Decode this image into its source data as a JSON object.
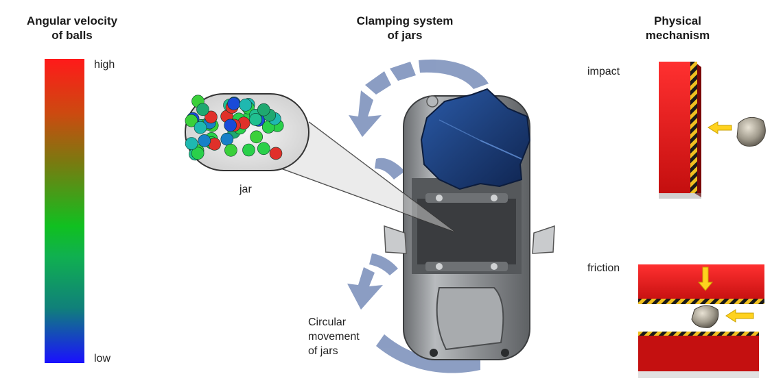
{
  "titles": {
    "colorbar": "Angular velocity\nof balls",
    "clamping": "Clamping system\nof jars",
    "mechanism": "Physical\nmechanism"
  },
  "colorbar": {
    "high": "high",
    "low": "low",
    "top_color": "#ff1a1a",
    "mid_color": "#10c020",
    "bottom_color": "#1a10ff"
  },
  "labels": {
    "jar": "jar",
    "circular": "Circular\nmovement\nof jars",
    "impact": "impact",
    "friction": "friction"
  },
  "colors": {
    "arrow_blue": "#7f93bd",
    "block_red": "#e01515",
    "yellow_arrow": "#ffd21e",
    "knob_blue": "#1d3f7a"
  },
  "icons": [
    "rotation-arrow-icon",
    "knob-icon",
    "stone-icon",
    "yellow-arrow-icon"
  ]
}
